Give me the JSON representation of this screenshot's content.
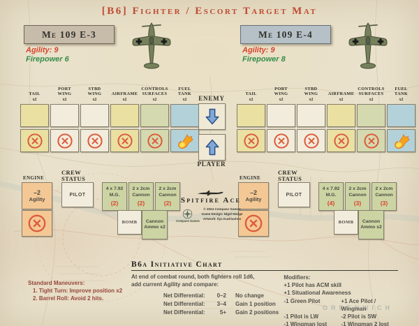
{
  "title": "[B6] Fighter / Escort Target Mat",
  "colors": {
    "title_red": "#bf4a33",
    "agility_red": "#d8432b",
    "firepower_green": "#368c49",
    "ammo_red": "#d8442c",
    "arrow_blue": "#7fa9d9",
    "maneuvers_maroon": "#96473c",
    "box_yellow": "#eae0a2",
    "box_cream": "#f2ecdd",
    "box_green": "#d4d9af",
    "box_blue": "#b3d1d8",
    "box_orange": "#f4c895"
  },
  "icons": {
    "x-hit-icon": "red circled X",
    "fireball-icon": "orange fireball",
    "enemy-arrow-down-icon": "blue down arrow",
    "player-arrow-up-icon": "blue up arrow",
    "me109-top-view-icon": "green top-view Bf 109 with black crosses",
    "spitfire-silhouette-icon": "black aircraft silhouette",
    "compass-rose-icon": "compass rose"
  },
  "center": {
    "enemy_label": "ENEMY",
    "player_label": "PLAYER"
  },
  "panels": [
    {
      "name": "Me 109 E-3",
      "agility": "Agility: 9",
      "firepower": "Firepower 6",
      "hit_columns": [
        {
          "label": "TAIL",
          "count": "x2"
        },
        {
          "label": "PORT\nWING",
          "count": "x2"
        },
        {
          "label": "STBD\nWING",
          "count": "x2"
        },
        {
          "label": "AIRFRAME",
          "count": "x2"
        },
        {
          "label": "CONTROLS\nSURFACES",
          "count": "x2"
        },
        {
          "label": "FUEL\nTANK",
          "count": "x2"
        }
      ],
      "engine_label": "ENGINE",
      "engine_box": {
        "value": "–2",
        "stat": "Agility"
      },
      "crew_label": "CREW\nSTATUS",
      "pilot_label": "PILOT",
      "weapons": [
        {
          "name": "4 x 7.92 M.G.",
          "ammo": "(2)"
        },
        {
          "name": "2 x 2cm Cannon",
          "ammo": "(2)"
        },
        {
          "name": "2 x 2cm Cannon",
          "ammo": "(2)"
        }
      ],
      "bomb_label": "BOMB",
      "cannon_ammo_label": "Cannon Ammo x2"
    },
    {
      "name": "Me 109 E-4",
      "agility": "Agility: 9",
      "firepower": "Firepower 8",
      "hit_columns": [
        {
          "label": "TAIL",
          "count": "x2"
        },
        {
          "label": "PORT\nWING",
          "count": "x2"
        },
        {
          "label": "STBD\nWING",
          "count": "x2"
        },
        {
          "label": "AIRFRAME",
          "count": "x2"
        },
        {
          "label": "CONTROLS\nSURFACES",
          "count": "x2"
        },
        {
          "label": "FUEL\nTANK",
          "count": "x2"
        }
      ],
      "engine_label": "ENGINE",
      "engine_box": {
        "value": "–2",
        "stat": "Agility"
      },
      "crew_label": "CREW\nSTATUS",
      "pilot_label": "PILOT",
      "weapons": [
        {
          "name": "4 x 7.92 M.G.",
          "ammo": "(4)"
        },
        {
          "name": "2 x 2cm Cannon",
          "ammo": "(3)"
        },
        {
          "name": "2 x 2cm Cannon",
          "ammo": "(3)"
        }
      ],
      "bomb_label": "BOMB",
      "cannon_ammo_label": "Cannon Ammo x2"
    }
  ],
  "logo": {
    "name": "Spitfire Ace",
    "credits": [
      "© 2024 Compass Games",
      "Game Design: Nigel Hodge",
      "Artwork: Ilya Kudriashov"
    ],
    "brand": "Compass Games"
  },
  "chart": {
    "title": "B6a Initiative Chart",
    "intro1": "At end of combat round, both fighters roll 1d6,",
    "intro2": "add current Agility and compare:",
    "rows": [
      {
        "label": "Net Differential:",
        "range": "0–2",
        "result": "No change"
      },
      {
        "label": "Net Differential:",
        "range": "3–4",
        "result": "Gain 1 position"
      },
      {
        "label": "Net Differential:",
        "range": "5+",
        "result": "Gain 2 positions"
      }
    ]
  },
  "modifiers": {
    "title": "Modifiers:",
    "line1": "+1 Pilot has ACM skill",
    "line2": "+1 Situational Awareness",
    "rows": [
      [
        "-1 Green Pilot",
        "+1 Ace Pilot / Wingman"
      ],
      [
        "-1 Pilot is LW",
        "-2 Pilot is SW"
      ],
      [
        "-1 Wingman lost",
        "-1 Wingman 2 lost"
      ]
    ]
  },
  "maneuvers": {
    "title": "Standard Maneuvers:",
    "items": [
      "1. Tight Turn: Improve position x2",
      "2. Barrel Roll: Avoid 2 hits."
    ]
  },
  "watermark": "GREENWICH"
}
